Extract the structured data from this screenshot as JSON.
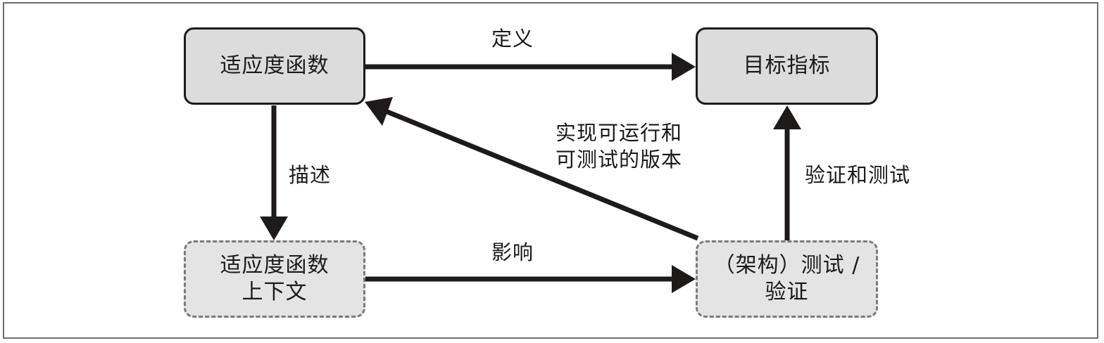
{
  "nodes": {
    "fitness_function": "适应度函数",
    "target_metrics": "目标指标",
    "context_line1": "适应度函数",
    "context_line2": "上下文",
    "tests_line1": "（架构）测试 /",
    "tests_line2": "验证"
  },
  "edges": {
    "define": "定义",
    "describe": "描述",
    "influence": "影响",
    "implement_line1": "实现可运行和",
    "implement_line2": "可测试的版本",
    "verify_and_test": "验证和测试"
  },
  "colors": {
    "arrow": "#1e1a1a",
    "solid_fill": "#dcdcdc",
    "dashed_fill": "#e4e4e4",
    "dashed_border": "#7a7a7a"
  }
}
